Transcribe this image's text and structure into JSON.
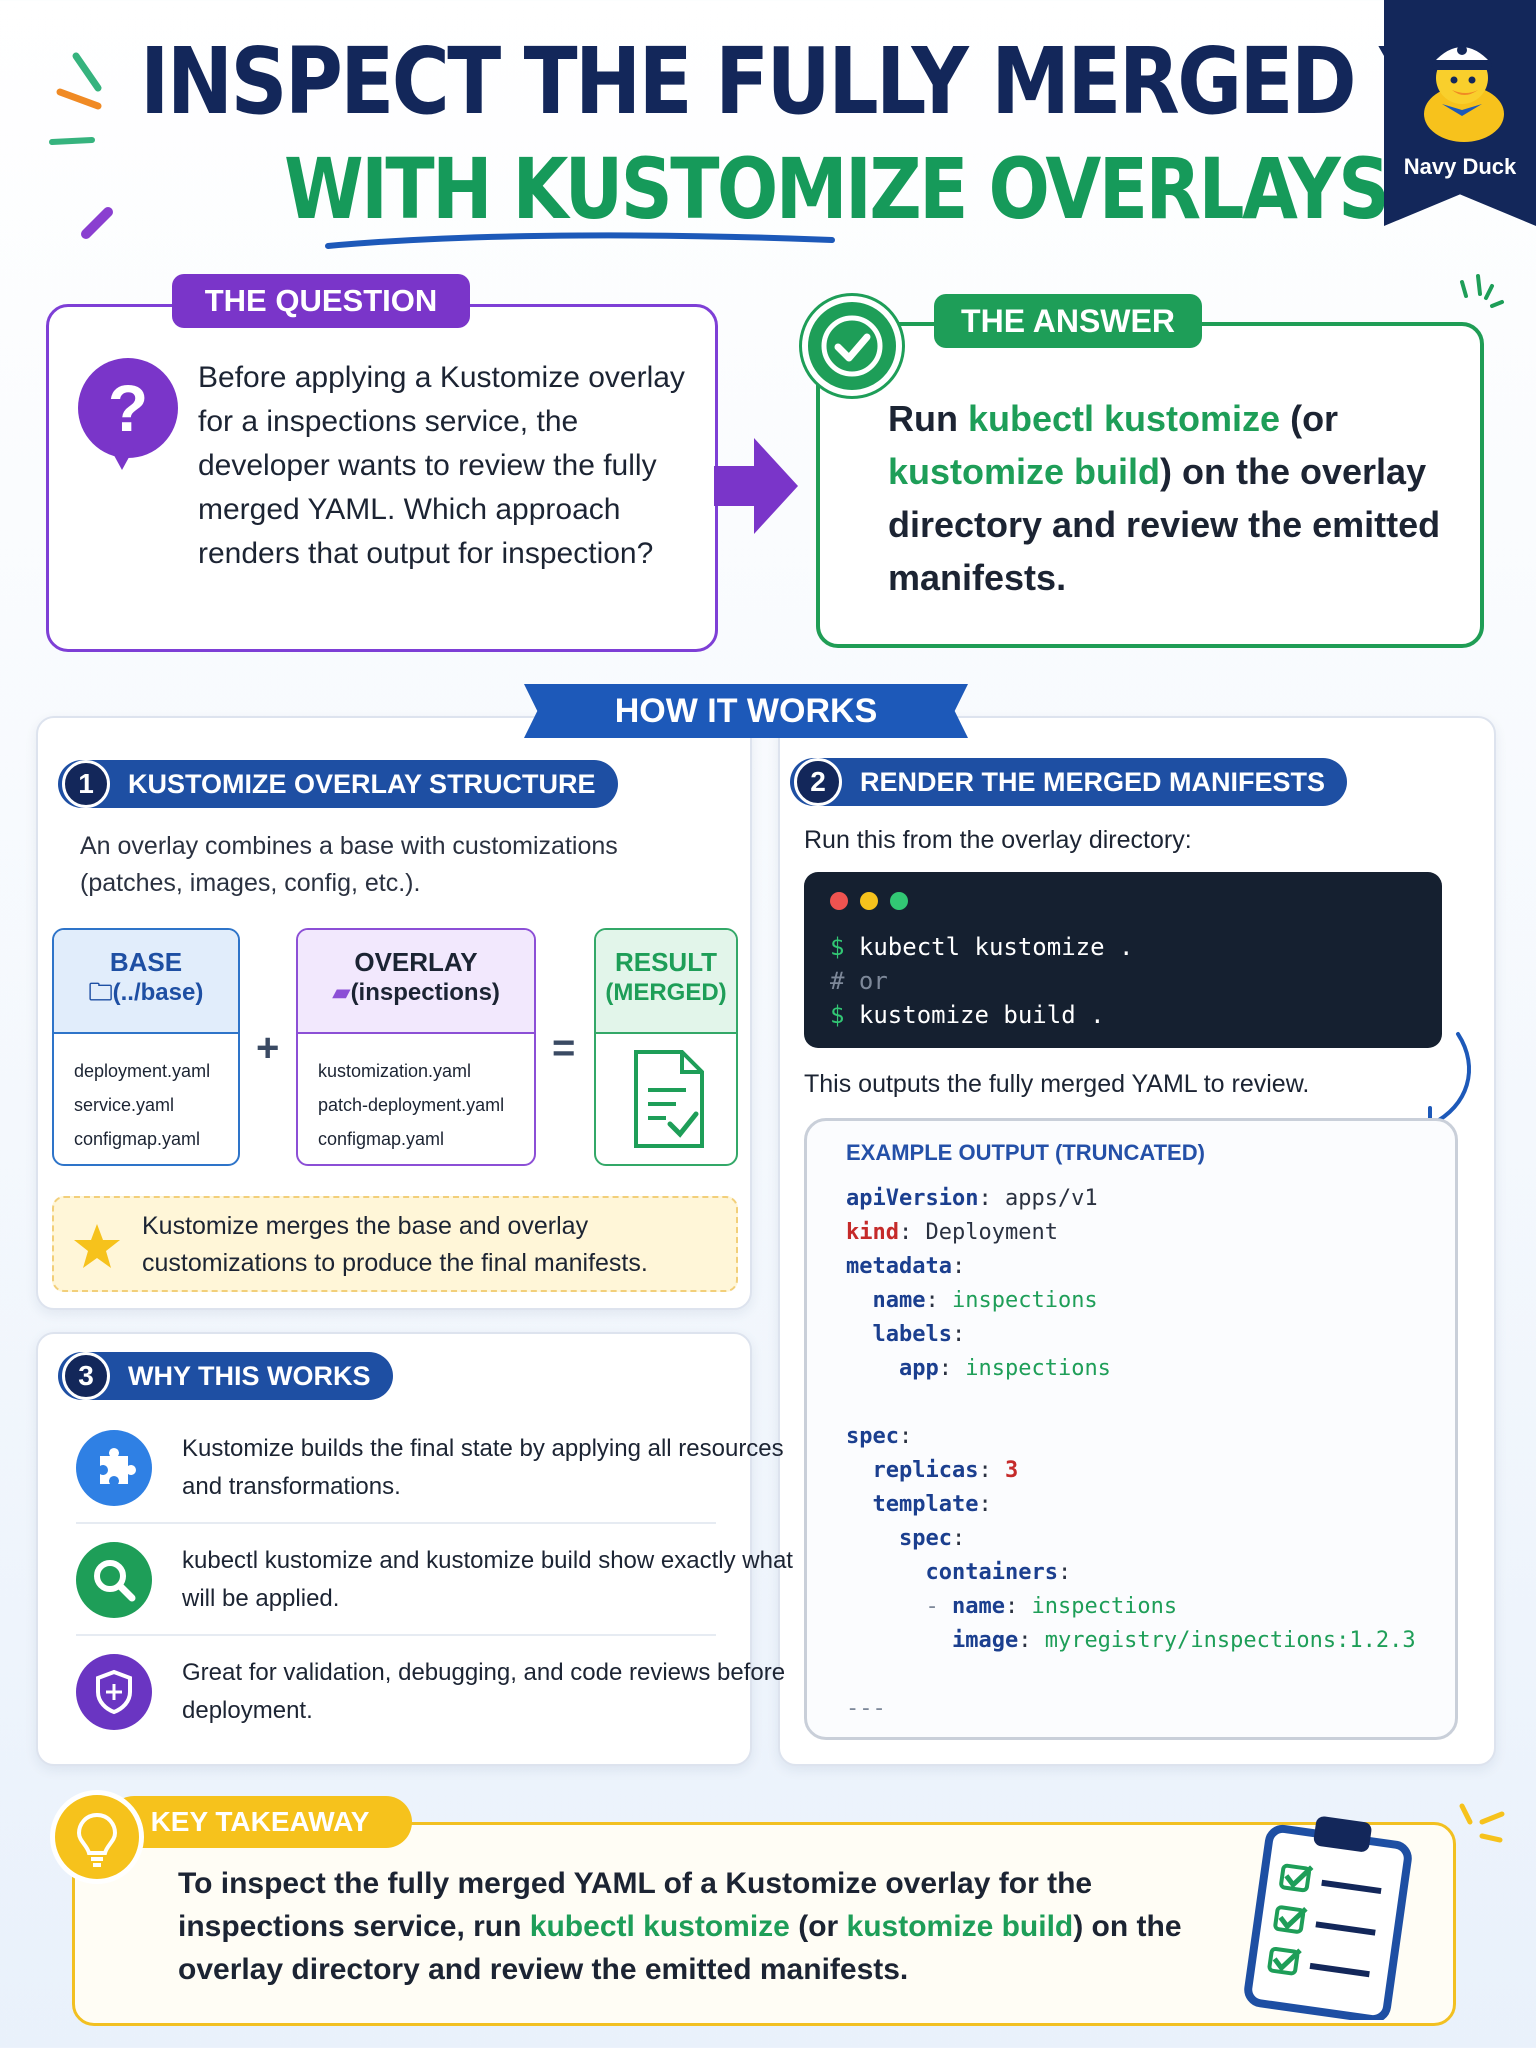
{
  "header": {
    "title_line1": "INSPECT THE FULLY MERGED YAML",
    "title_line2": "WITH KUSTOMIZE OVERLAYS",
    "brand_name": "Navy Duck",
    "accent_navy": "#13275a",
    "accent_green": "#169a5a"
  },
  "question": {
    "label": "THE QUESTION",
    "icon": "question-mark-icon",
    "text": "Before applying a Kustomize overlay for a inspections service, the developer wants to review the fully merged YAML. Which approach renders that output for inspection?"
  },
  "answer": {
    "label": "THE ANSWER",
    "icon": "checkmark-icon",
    "run": "Run ",
    "cmd1": "kubectl kustomize",
    "mid1": " (or ",
    "cmd2": "kustomize build",
    "rest": ") on the overlay directory and review the emitted manifests."
  },
  "how_it_works": {
    "title": "HOW IT WORKS",
    "step1": {
      "num": "1",
      "title": "KUSTOMIZE OVERLAY STRUCTURE",
      "desc": "An overlay combines a base with customizations (patches, images, config, etc.).",
      "base": {
        "title": "BASE",
        "path": "(../base)",
        "files": [
          "deployment.yaml",
          "service.yaml",
          "configmap.yaml"
        ]
      },
      "plus": "+",
      "overlay": {
        "title": "OVERLAY",
        "path": "(inspections)",
        "files": [
          "kustomization.yaml",
          "patch-deployment.yaml",
          "configmap.yaml"
        ]
      },
      "equals": "=",
      "result": {
        "title": "RESULT",
        "subtitle": "(MERGED)"
      },
      "note": "Kustomize merges the base and overlay customizations to produce the final manifests."
    },
    "step2": {
      "num": "2",
      "title": "RENDER THE MERGED MANIFESTS",
      "desc": "Run this from the overlay directory:",
      "terminal": {
        "prompt": "$",
        "line1": "kubectl kustomize .",
        "comment": "# or",
        "line2": "kustomize build ."
      },
      "after": "This outputs the fully merged YAML to review.",
      "output_title": "EXAMPLE OUTPUT (TRUNCATED)",
      "yaml": {
        "apiVersion_key": "apiVersion",
        "apiVersion_val": "apps/v1",
        "kind_key": "kind",
        "kind_val": "Deployment",
        "metadata_key": "metadata",
        "name_key": "name",
        "name_val": "inspections",
        "labels_key": "labels",
        "app_key": "app",
        "app_val": "inspections",
        "spec_key": "spec",
        "replicas_key": "replicas",
        "replicas_val": "3",
        "template_key": "template",
        "inner_spec_key": "spec",
        "containers_key": "containers",
        "dash": "-",
        "cname_key": "name",
        "cname_val": "inspections",
        "image_key": "image",
        "image_val": "myregistry/inspections:1.2.3",
        "doc_sep": "---"
      }
    },
    "step3": {
      "num": "3",
      "title": "WHY THIS WORKS",
      "items": [
        {
          "icon": "puzzle-icon",
          "text": "Kustomize builds the final state by applying all resources and transformations."
        },
        {
          "icon": "magnifier-icon",
          "text": "kubectl kustomize and kustomize build show exactly what will be applied."
        },
        {
          "icon": "shield-icon",
          "text": "Great for validation, debugging, and code reviews before deployment."
        }
      ]
    }
  },
  "takeaway": {
    "label": "KEY TAKEAWAY",
    "icon": "lightbulb-icon",
    "t1": "To inspect the fully merged YAML of a Kustomize overlay for the inspections service, run ",
    "cmd1": "kubectl kustomize",
    "t2": " (or ",
    "cmd2": "kustomize build",
    "t3": ") on the overlay directory and review the emitted manifests."
  }
}
